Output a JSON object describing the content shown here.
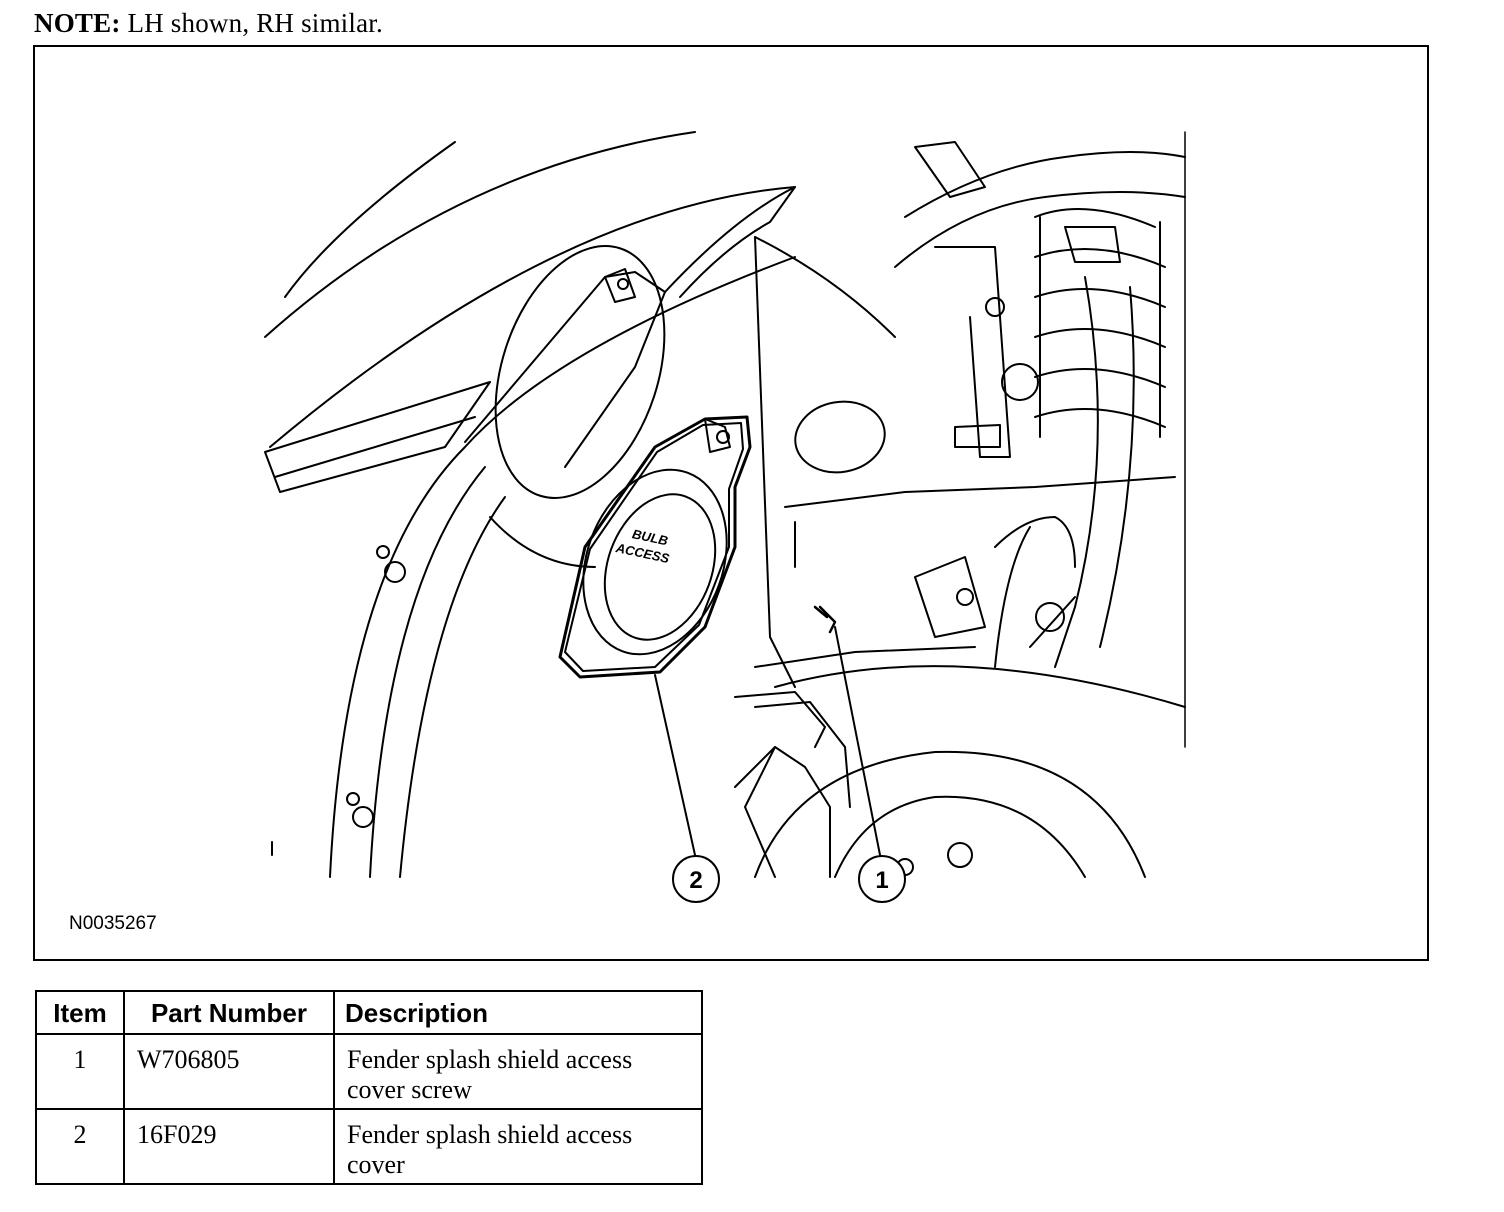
{
  "note": {
    "label": "NOTE:",
    "text": "LH shown, RH similar."
  },
  "figure": {
    "id": "N0035267",
    "cover_text": [
      "BULB",
      "ACCESS"
    ],
    "callouts": [
      "1",
      "2"
    ]
  },
  "table": {
    "headers": [
      "Item",
      "Part Number",
      "Description"
    ],
    "rows": [
      {
        "item": "1",
        "part_number": "W706805",
        "description": [
          "Fender splash shield access",
          "cover screw"
        ]
      },
      {
        "item": "2",
        "part_number": "16F029",
        "description": [
          "Fender splash shield access",
          "cover"
        ]
      }
    ]
  }
}
